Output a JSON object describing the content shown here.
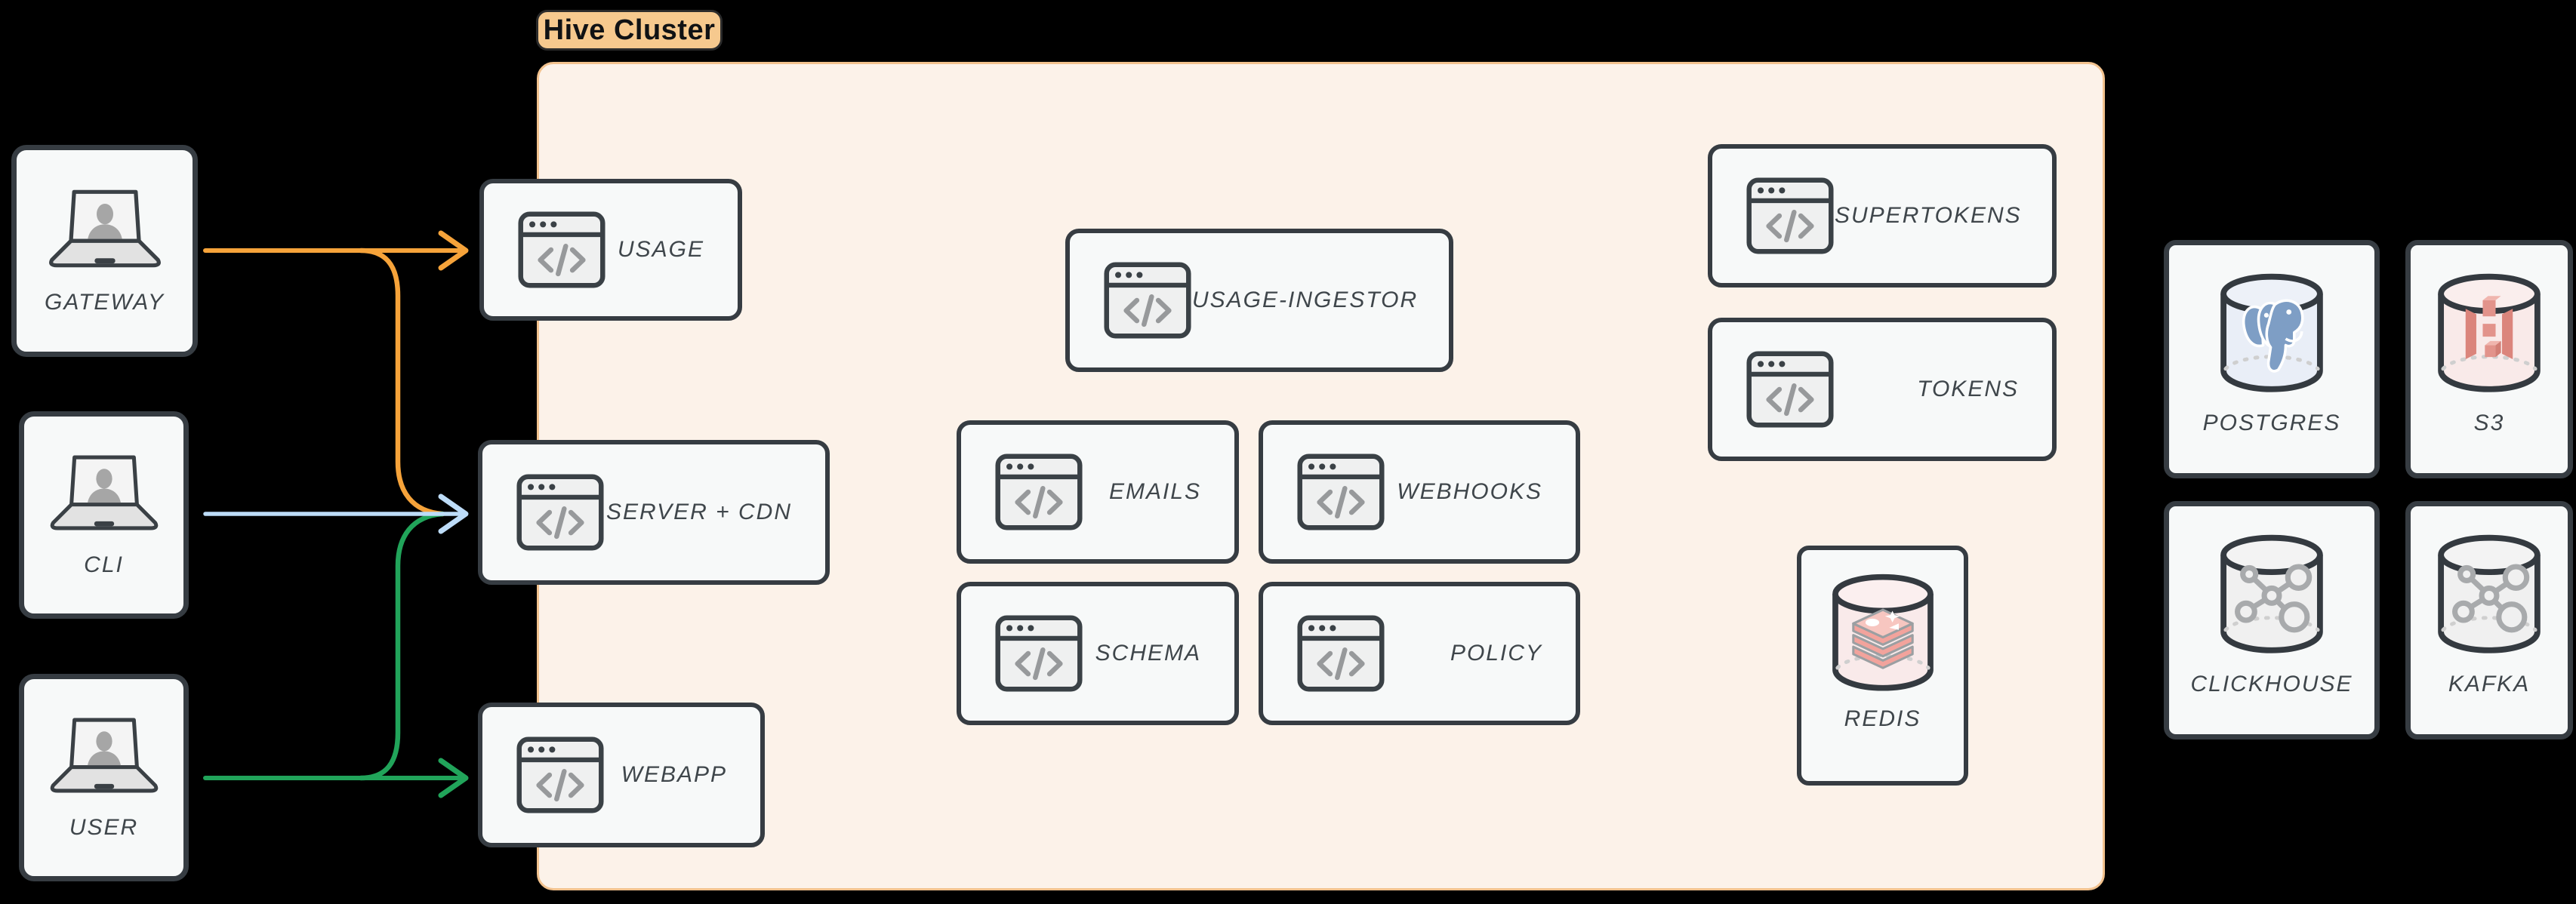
{
  "page": {
    "background": "#000000"
  },
  "cluster": {
    "label": "Hive Cluster",
    "badge_color": "#F6C98E",
    "panel_color": "#FCF2E9",
    "panel_border_color": "#F2C28E"
  },
  "clients": [
    {
      "id": "gateway",
      "label": "GATEWAY",
      "icon": "laptop-user-icon"
    },
    {
      "id": "cli",
      "label": "CLI",
      "icon": "laptop-user-icon"
    },
    {
      "id": "user",
      "label": "USER",
      "icon": "laptop-user-icon"
    }
  ],
  "services": [
    {
      "id": "usage",
      "label": "USAGE",
      "icon": "code-window-icon"
    },
    {
      "id": "server-cdn",
      "label": "SERVER + CDN",
      "icon": "code-window-icon"
    },
    {
      "id": "webapp",
      "label": "WEBAPP",
      "icon": "code-window-icon"
    },
    {
      "id": "usage-ingestor",
      "label": "USAGE-INGESTOR",
      "icon": "code-window-icon"
    },
    {
      "id": "emails",
      "label": "EMAILS",
      "icon": "code-window-icon"
    },
    {
      "id": "webhooks",
      "label": "WEBHOOKS",
      "icon": "code-window-icon"
    },
    {
      "id": "schema",
      "label": "SCHEMA",
      "icon": "code-window-icon"
    },
    {
      "id": "policy",
      "label": "POLICY",
      "icon": "code-window-icon"
    },
    {
      "id": "supertokens",
      "label": "SUPERTOKENS",
      "icon": "code-window-icon"
    },
    {
      "id": "tokens",
      "label": "TOKENS",
      "icon": "code-window-icon"
    }
  ],
  "cache": {
    "id": "redis",
    "label": "REDIS",
    "icon": "redis-database-icon"
  },
  "datastores": [
    {
      "id": "postgres",
      "label": "POSTGRES",
      "icon": "postgres-database-icon"
    },
    {
      "id": "s3",
      "label": "S3",
      "icon": "s3-database-icon"
    },
    {
      "id": "clickhouse",
      "label": "CLICKHOUSE",
      "icon": "molecule-database-icon"
    },
    {
      "id": "kafka",
      "label": "KAFKA",
      "icon": "molecule-database-icon"
    }
  ],
  "edges": [
    {
      "from": "GATEWAY",
      "to": "USAGE",
      "color": "#F6A33A"
    },
    {
      "from": "GATEWAY",
      "to": "SERVER + CDN",
      "color": "#F6A33A"
    },
    {
      "from": "CLI",
      "to": "SERVER + CDN",
      "color": "#BDDCF8"
    },
    {
      "from": "USER",
      "to": "SERVER + CDN",
      "color": "#21A45A"
    },
    {
      "from": "USER",
      "to": "WEBAPP",
      "color": "#21A45A"
    }
  ],
  "colors": {
    "node_fill": "#F7F9F9",
    "node_border": "#363C42",
    "icon_glyph": "#97999B",
    "label_text": "#3F464B"
  }
}
